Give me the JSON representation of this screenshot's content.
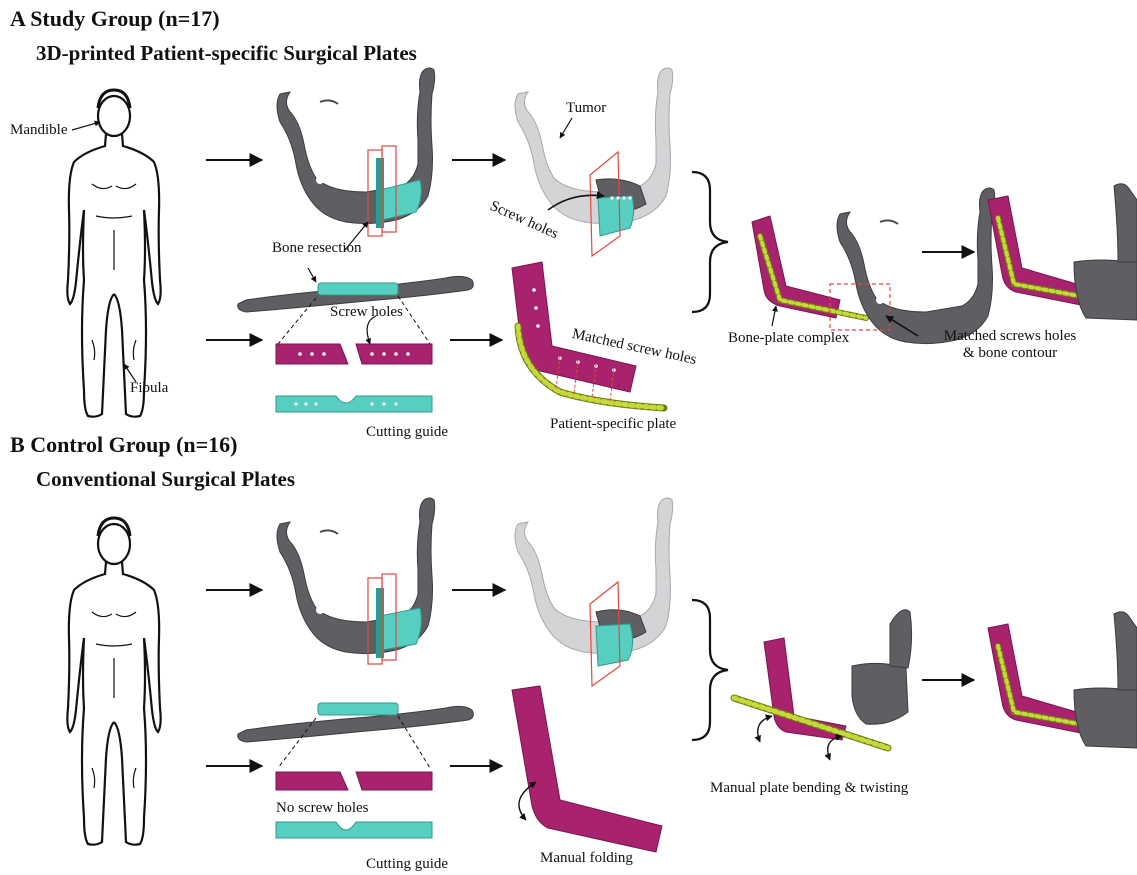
{
  "panel_a": {
    "letter": "A",
    "title": "Study Group (n=17)",
    "subtitle": "3D-printed Patient-specific Surgical Plates",
    "labels": {
      "mandible": "Mandible",
      "fibula": "Fibula",
      "bone_resection": "Bone resection",
      "tumor": "Tumor",
      "screw_holes_mandible": "Screw holes",
      "screw_holes_fibula": "Screw holes",
      "cutting_guide": "Cutting guide",
      "matched_screw_holes": "Matched screw holes",
      "patient_specific_plate": "Patient-specific plate",
      "bone_plate_complex": "Bone-plate complex",
      "matched_screws_line1": "Matched screws holes",
      "matched_screws_line2": "& bone contour"
    }
  },
  "panel_b": {
    "letter": "B",
    "title": "Control Group (n=16)",
    "subtitle": "Conventional Surgical Plates",
    "labels": {
      "no_screw_holes": "No screw holes",
      "cutting_guide": "Cutting guide",
      "manual_folding": "Manual folding",
      "manual_bending": "Manual plate bending & twisting"
    }
  },
  "colors": {
    "bone": "#5f5f63",
    "bone_dark": "#3c3c40",
    "bone_ghost": "#d4d4d6",
    "guide": "#56cfc0",
    "guide_dark": "#2f9b8e",
    "fibula_segment": "#a8226e",
    "fibula_segment_dark": "#7a1550",
    "plate": "#c6d83a",
    "plate_dark": "#6f7f12",
    "cut_plane": "#e0483f",
    "ink": "#111111"
  },
  "icons": {
    "person": "human-body-outline-icon",
    "arrow": "right-arrow-icon",
    "brace": "right-curly-brace-icon"
  }
}
